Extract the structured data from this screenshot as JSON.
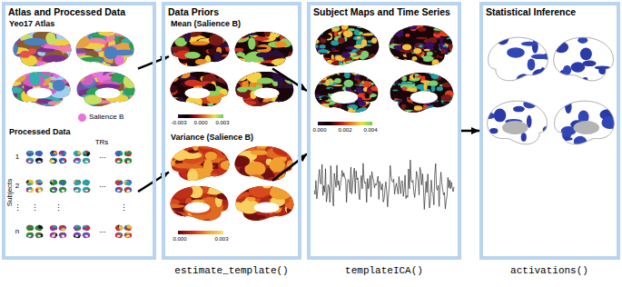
{
  "diagram": {
    "nodes": [
      {
        "text": [
          "Atlas and Processed Data"
        ]
      },
      {
        "text": [
          "Yeo17 Atlas"
        ],
        "in": 0
      },
      {
        "text": [
          "Processed Data"
        ],
        "in": 0
      },
      {
        "text": [
          "Data Priors"
        ]
      },
      {
        "text": [
          "Mean (Salience B)"
        ],
        "in": 3
      },
      {
        "text": [
          "Variance (Salience B)"
        ],
        "in": 3
      },
      {
        "text": [
          "Subject Maps and Time Series"
        ]
      },
      {
        "text": [
          "Statistical Inference"
        ]
      }
    ],
    "edges": [
      {
        "from": 1,
        "to": 4,
        "arrow": "to"
      },
      {
        "from": 2,
        "to": 5,
        "arrow": "to"
      },
      {
        "from": 4,
        "to": 6,
        "arrow": "to"
      },
      {
        "from": 5,
        "to": 6,
        "arrow": "to"
      },
      {
        "from": 6,
        "to": 7,
        "arrow": "to"
      }
    ],
    "labels": [
      "TRs",
      "Subjects",
      "1",
      "2",
      "⋮",
      "n",
      "...",
      "...",
      "...",
      "⋮",
      "⋮",
      "⋮",
      "-0.003",
      "0.000",
      "0.003",
      "0.000",
      "0.003",
      "0.000",
      "0.002",
      "0.004",
      "estimate_template()",
      "templateICA()",
      "activations()"
    ],
    "legend": [
      {
        "text": "Salience B",
        "color": "#e873d8"
      }
    ]
  }
}
